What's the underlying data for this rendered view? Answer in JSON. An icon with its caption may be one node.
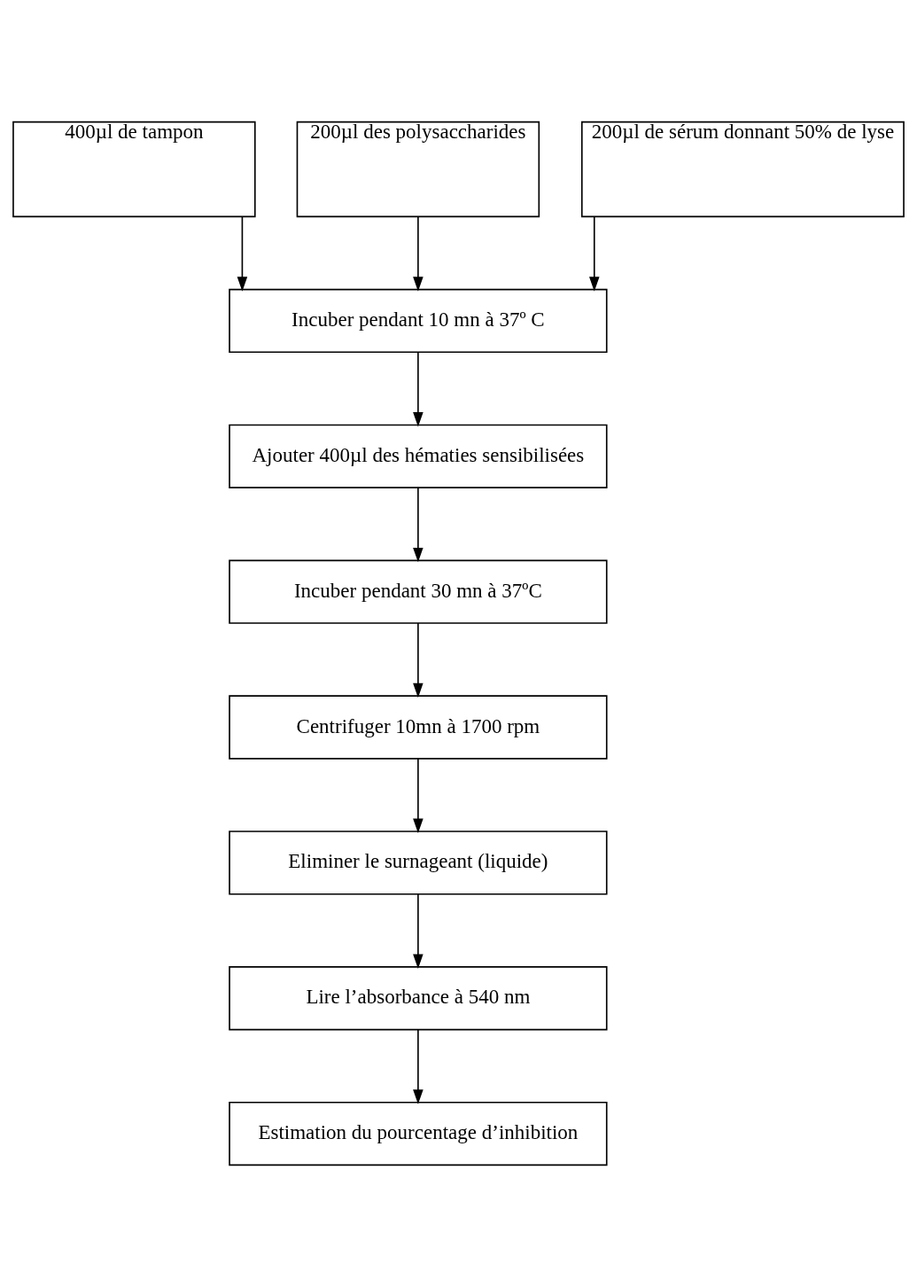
{
  "diagram": {
    "nodes": [
      {
        "text": [
          "400µl de tampon"
        ]
      },
      {
        "text": [
          "200µl des polysaccharides"
        ]
      },
      {
        "text": [
          "200µl de sérum donnant 50% de lyse"
        ]
      },
      {
        "text": [
          "Incuber pendant 10 mn à 37º C"
        ]
      },
      {
        "text": [
          "Ajouter 400µl des hématies sensibilisées"
        ]
      },
      {
        "text": [
          "Incuber pendant 30 mn à 37ºC"
        ]
      },
      {
        "text": [
          "Centrifuger 10mn à 1700 rpm"
        ]
      },
      {
        "text": [
          "Eliminer le surnageant (liquide)"
        ]
      },
      {
        "text": [
          "Lire l’absorbance à 540 nm"
        ]
      },
      {
        "text": [
          "Estimation du pourcentage d’inhibition"
        ]
      }
    ],
    "edges": [
      {
        "from": 0,
        "to": 3,
        "arrow": "to"
      },
      {
        "from": 1,
        "to": 3,
        "arrow": "to"
      },
      {
        "from": 2,
        "to": 3,
        "arrow": "to"
      },
      {
        "from": 3,
        "to": 4,
        "arrow": "to"
      },
      {
        "from": 4,
        "to": 5,
        "arrow": "to"
      },
      {
        "from": 5,
        "to": 6,
        "arrow": "to"
      },
      {
        "from": 6,
        "to": 7,
        "arrow": "to"
      },
      {
        "from": 7,
        "to": 8,
        "arrow": "to"
      },
      {
        "from": 8,
        "to": 9,
        "arrow": "to"
      }
    ]
  }
}
